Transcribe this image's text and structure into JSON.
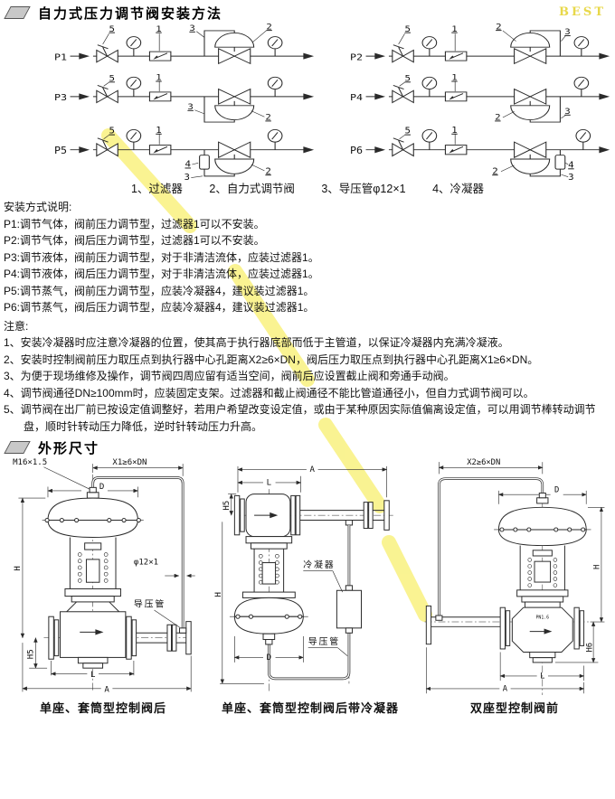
{
  "watermark": {
    "text": "BEST",
    "color": "#f8ef6e"
  },
  "sections": {
    "install": {
      "title": "自力式压力调节阀安装方法"
    },
    "dims": {
      "title": "外形尺寸"
    }
  },
  "schematics": {
    "parts": {
      "filter": "1",
      "valve": "2",
      "pipe": "3",
      "condenser": "4",
      "stop": "5"
    },
    "p1": {
      "name": "P1"
    },
    "p2": {
      "name": "P2"
    },
    "p3": {
      "name": "P3"
    },
    "p4": {
      "name": "P4"
    },
    "p5": {
      "name": "P5"
    },
    "p6": {
      "name": "P6"
    }
  },
  "legend": {
    "items": [
      "1、过滤器",
      "2、自力式调节阀",
      "3、导压管φ12×1",
      "4、冷凝器"
    ]
  },
  "install": {
    "heading": "安装方式说明:",
    "lines": [
      "P1:调节气体，阀前压力调节型，过滤器1可以不安装。",
      "P2:调节气体，阀后压力调节型，过滤器1可以不安装。",
      "P3:调节液体，阀前压力调节型，对于非清洁流体，应装过滤器1。",
      "P4:调节液体，阀后压力调节型，对于非清洁流体，应装过滤器1。",
      "P5:调节蒸气，阀前压力调节型，应装冷凝器4，建议装过滤器1。",
      "P6:调节蒸气，阀后压力调节型，应装冷凝器4，建议装过滤器1。"
    ]
  },
  "cautions": {
    "heading": "注意:",
    "lines": [
      "1、安装冷凝器时应注意冷凝器的位置，使其高于执行器底部而低于主管道，以保证冷凝器内充满冷凝液。",
      "2、安装时控制阀前压力取压点到执行器中心孔距离X2≥6×DN，阀后压力取压点到执行器中心孔距离X1≥6×DN。",
      "3、为便于现场维修及操作，调节阀四周应留有适当空间，阀前后应设置截止阀和旁通手动阀。",
      "4、调节阀通径DN≥100mm时，应装固定支架。过滤器和截止阀通径不能比管道通径小，但自力式调节阀可以。",
      "5、调节阀在出厂前已按设定值调整好，若用户希望改变设定值，或由于某种原因实际值偏离设定值，可以用调节棒转动调节盘，顺时针转动压力降低，逆时针转动压力升高。"
    ]
  },
  "drawings": {
    "left": {
      "caption": "单座、套筒型控制阀后",
      "thread": "M16×1.5",
      "x_dim": "X1≥6×DN",
      "d": "D",
      "h": "H",
      "h5": "H5",
      "phi": "φ12×1",
      "pipe_label": "导压管",
      "l": "L",
      "a": "A"
    },
    "middle": {
      "caption": "单座、套筒型控制阀后带冷凝器",
      "a": "A",
      "l": "L",
      "h5": "H5",
      "h": "H",
      "d": "D",
      "condenser_label": "冷凝器",
      "pipe_label": "导压管"
    },
    "right": {
      "caption": "双座型控制阀前",
      "x_dim": "X2≥6×DN",
      "d": "D",
      "h": "H",
      "h6": "H6",
      "l": "L",
      "a": "A",
      "pn": "PN1.6"
    }
  }
}
